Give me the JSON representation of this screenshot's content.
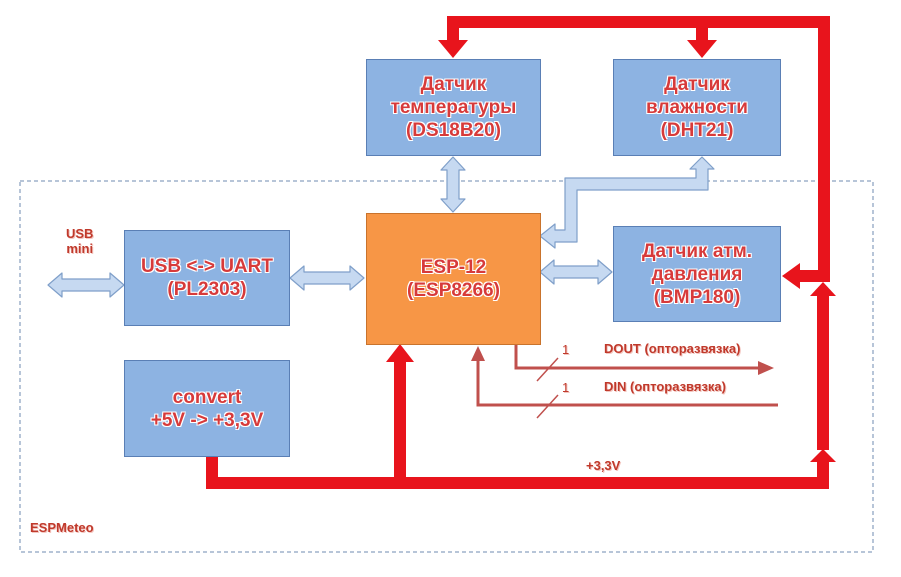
{
  "blocks": {
    "temp_sensor": {
      "line1": "Датчик",
      "line2": "температуры",
      "line3": "(DS18B20)"
    },
    "humidity_sensor": {
      "line1": "Датчик",
      "line2": "влажности",
      "line3": "(DHT21)"
    },
    "usb_uart": {
      "line1": "USB <-> UART",
      "line2": "(PL2303)"
    },
    "esp": {
      "line1": "ESP-12",
      "line2": "(ESP8266)"
    },
    "pressure_sensor": {
      "line1": "Датчик атм.",
      "line2": "давления",
      "line3": "(BMP180)"
    },
    "converter": {
      "line1": "convert",
      "line2": "+5V -> +3,3V"
    }
  },
  "labels": {
    "usb_mini_line1": "USB",
    "usb_mini_line2": "mini",
    "dout_count": "1",
    "dout": "DOUT (опторазвязка)",
    "din_count": "1",
    "din": "DIN (опторазвязка)",
    "voltage": "+3,3V",
    "board_name": "ESPMeteo"
  },
  "colors": {
    "block_fill": "#8db3e2",
    "esp_fill": "#f79646",
    "power_line": "#e8141c",
    "signal_line": "#c0504d",
    "bus_arrow": "#c6d9f1",
    "label_text": "#c0392b"
  }
}
